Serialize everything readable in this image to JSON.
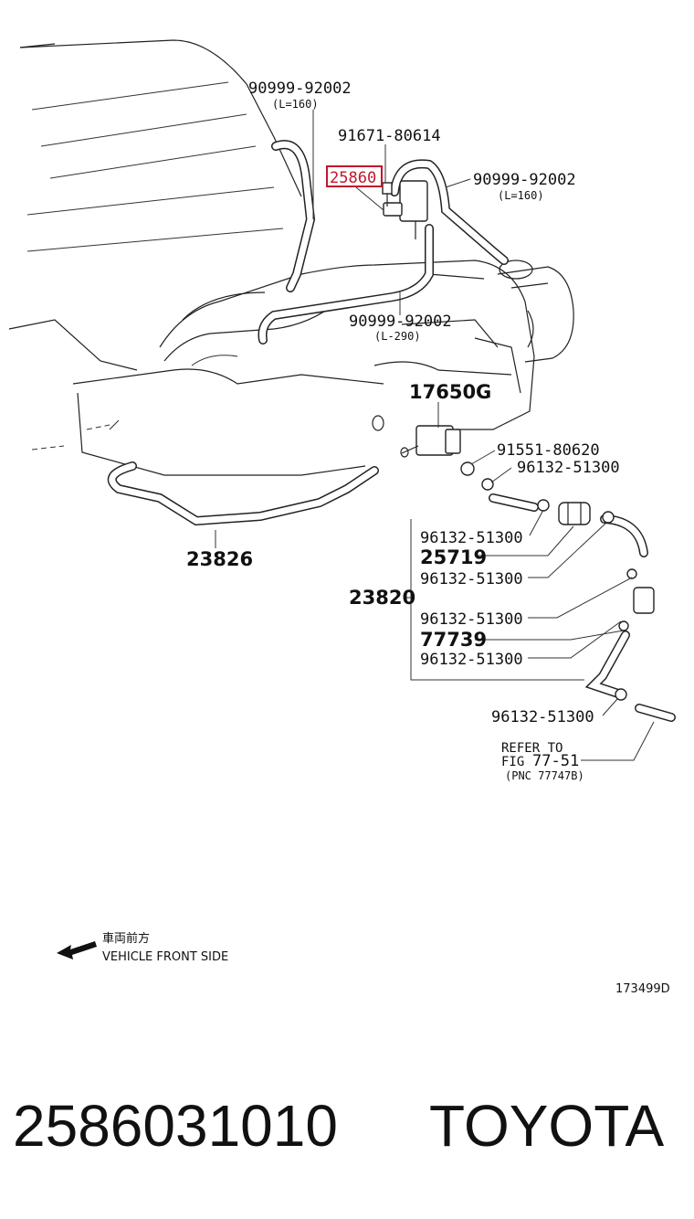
{
  "labels": {
    "hose_top_left": "90999-92002",
    "hose_top_left_len": "(L=160)",
    "bolt_top": "91671-80614",
    "highlight_part": "25860",
    "hose_top_right": "90999-92002",
    "hose_top_right_len": "(L=160)",
    "hose_mid": "90999-92002",
    "hose_mid_len": "(L-290)",
    "valve": "17650G",
    "bolt_mid": "91551-80620",
    "clamp_1": "96132-51300",
    "clamp_2": "96132-51300",
    "filter": "25719",
    "clamp_3": "96132-51300",
    "assembly": "23820",
    "clamp_4": "96132-51300",
    "valve_2": "77739",
    "clamp_5": "96132-51300",
    "clamp_6": "96132-51300",
    "hose_left": "23826",
    "refer_line1": "REFER TO",
    "refer_line2_prefix": "FIG",
    "refer_line2_fig": "77-51",
    "refer_line3": "(PNC 77747B)",
    "front_jp": "車両前方",
    "front_en": "VEHICLE FRONT SIDE",
    "drawing_no": "173499D"
  },
  "footer": {
    "part_number": "2586031010",
    "brand": "TOYOTA"
  },
  "colors": {
    "highlight": "#c0162c",
    "ink": "#111111"
  }
}
